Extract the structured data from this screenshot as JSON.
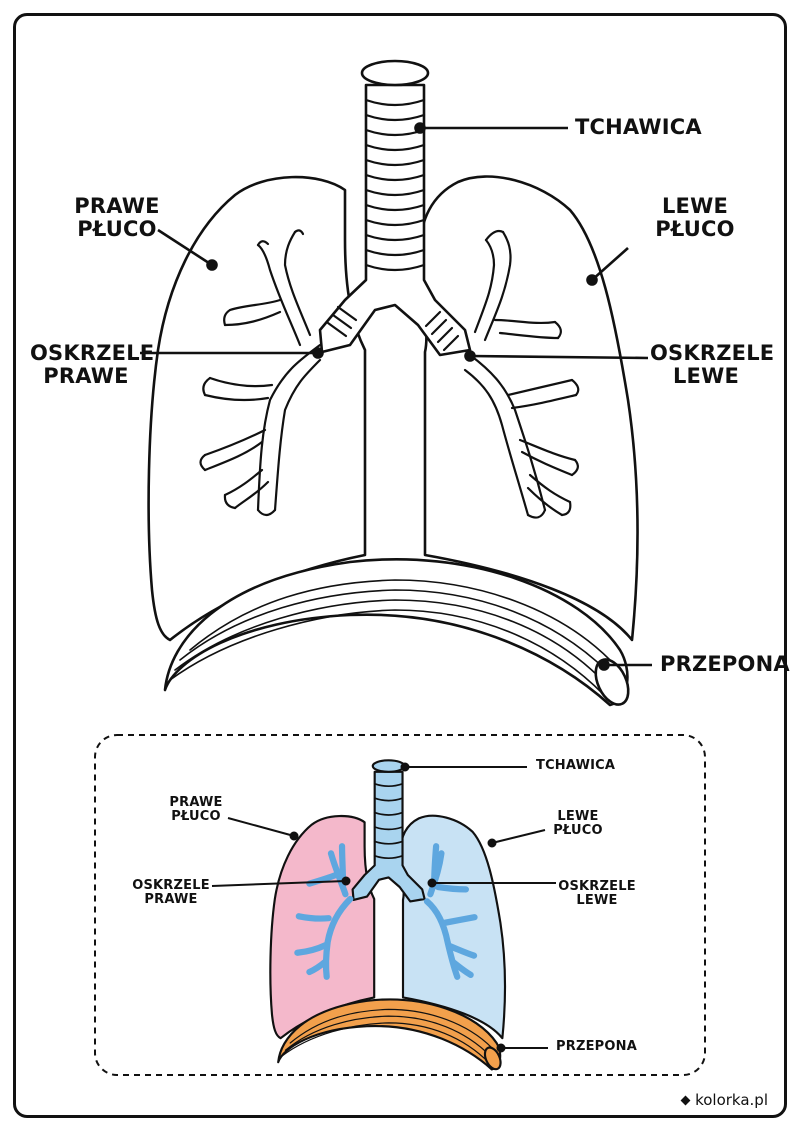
{
  "main_diagram": {
    "labels": {
      "trachea": "TCHAWICA",
      "right_lung_line1": "PRAWE",
      "right_lung_line2": "PŁUCO",
      "left_lung_line1": "LEWE",
      "left_lung_line2": "PŁUCO",
      "right_bronchus_line1": "OSKRZELE",
      "right_bronchus_line2": "PRAWE",
      "left_bronchus_line1": "OSKRZELE",
      "left_bronchus_line2": "LEWE",
      "diaphragm": "PRZEPONA"
    }
  },
  "reference_diagram": {
    "labels": {
      "trachea": "TCHAWICA",
      "right_lung_line1": "PRAWE",
      "right_lung_line2": "PŁUCO",
      "left_lung_line1": "LEWE",
      "left_lung_line2": "PŁUCO",
      "right_bronchus_line1": "OSKRZELE",
      "right_bronchus_line2": "PRAWE",
      "left_bronchus_line1": "OSKRZELE",
      "left_bronchus_line2": "LEWE",
      "diaphragm": "PRZEPONA"
    },
    "colors": {
      "right_lung": "#f4b8cb",
      "left_lung": "#c8e2f4",
      "airways": "#5ea7df",
      "trachea": "#a9d4ef",
      "diaphragm": "#f2a04c"
    }
  },
  "footer": {
    "brand": "kolorka.pl",
    "icon": "diamond-icon"
  }
}
